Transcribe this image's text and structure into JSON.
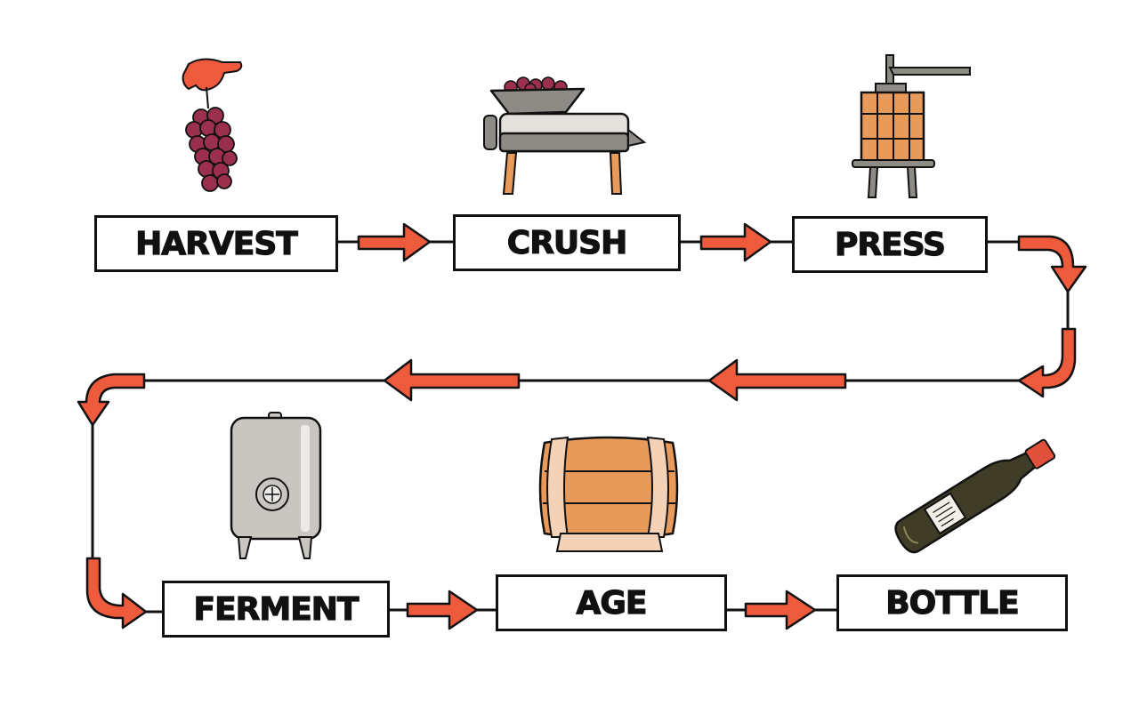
{
  "diagram": {
    "steps": [
      {
        "label": "HARVEST",
        "icon": "hand-grapes-icon"
      },
      {
        "label": "CRUSH",
        "icon": "crusher-machine-icon"
      },
      {
        "label": "PRESS",
        "icon": "basket-press-icon"
      },
      {
        "label": "FERMENT",
        "icon": "steel-tank-icon"
      },
      {
        "label": "AGE",
        "icon": "oak-barrel-icon"
      },
      {
        "label": "BOTTLE",
        "icon": "wine-bottle-icon"
      }
    ],
    "colors": {
      "arrow": "#ee5a3c",
      "outline": "#111111",
      "grape": "#9b2f4e",
      "wood": "#e89a5a",
      "steel": "#c9c6c2",
      "bottle": "#3f3d27",
      "hand": "#ee5a3c"
    }
  }
}
